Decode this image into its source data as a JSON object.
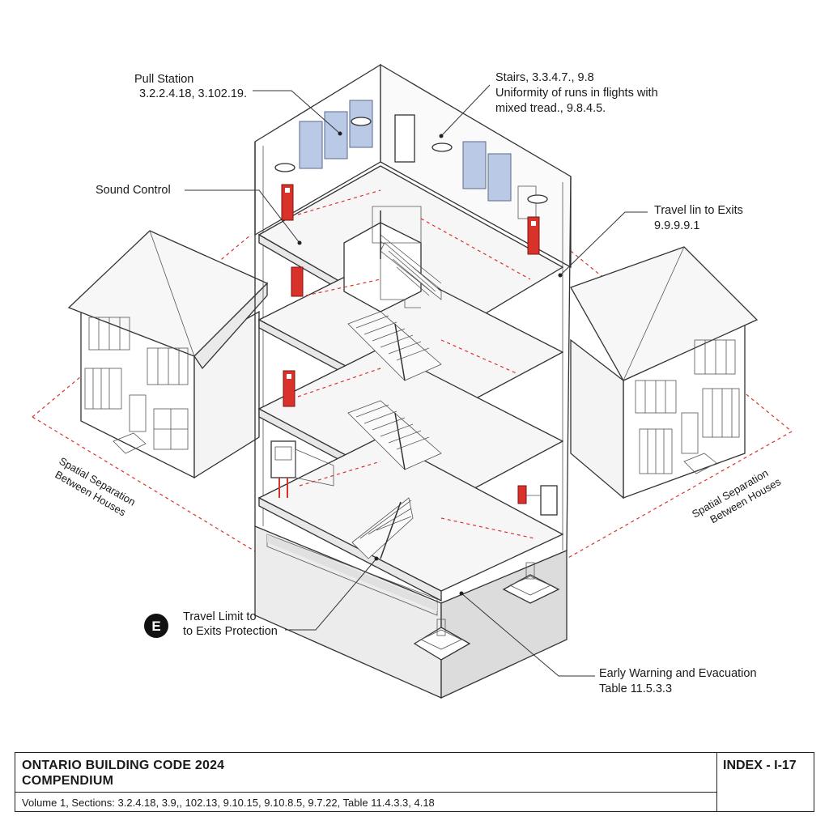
{
  "labels": {
    "pull_station": [
      "Pull Station",
      "3.2.2.4.18, 3.102.19."
    ],
    "stairs": [
      "Stairs, 3.3.4.7., 9.8",
      "Uniformity of runs in flights with",
      "mixed tread., 9.8.4.5."
    ],
    "sound_control": "Sound Control",
    "travel_exits": [
      "Travel lin to Exits",
      "9.9.9.9.1"
    ],
    "spatial_left": [
      "Spatial Separation",
      "Between Houses"
    ],
    "spatial_right": [
      "Spatial Separation",
      "Between Houses"
    ],
    "travel_limit": [
      "Travel Limit to",
      "to Exits Protection"
    ],
    "travel_limit_badge": "E",
    "early_warning": [
      "Early Warning and Evacuation",
      "Table 11.5.3.3"
    ]
  },
  "title_block": {
    "title_line1": "ONTARIO BUILDING CODE 2024",
    "title_line2": "COMPENDIUM",
    "index": "INDEX - I-17",
    "sections": "Volume 1, Sections: 3.2.4.18, 3.9,, 102.13, 9.10.15, 9.10.8.5, 9.7.22, Table 11.4.3.3, 4.18"
  },
  "colors": {
    "alarm_red": "#d9322b",
    "panel_blue": "#b9c9e6",
    "line": "#333333"
  }
}
